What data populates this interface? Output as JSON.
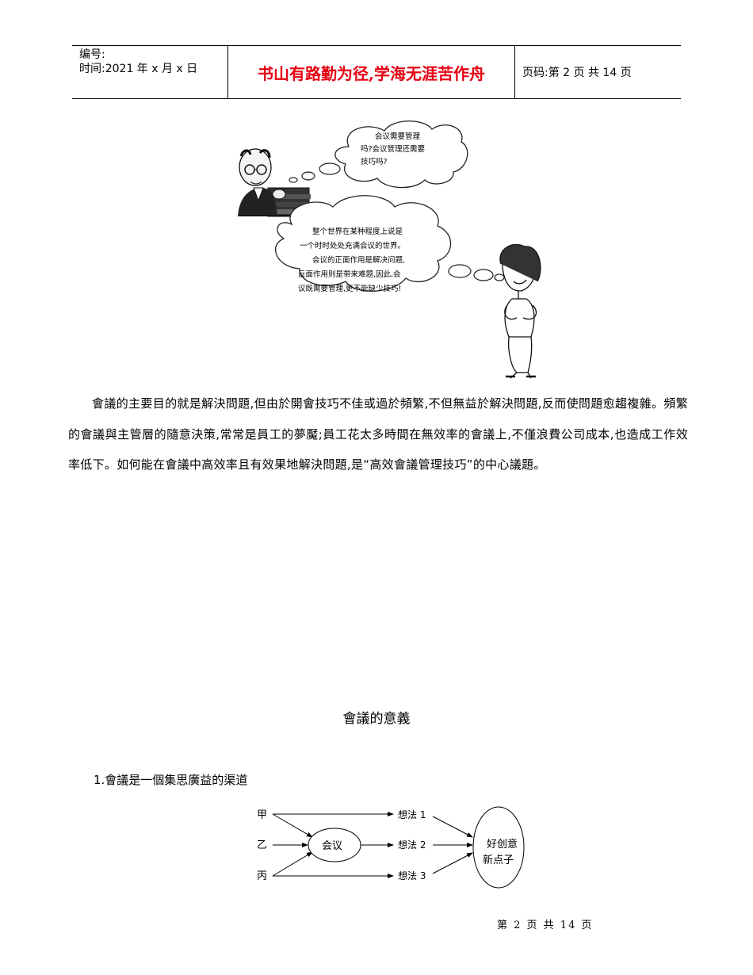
{
  "header": {
    "number_label": "编号:",
    "date_label": "时间:2021 年 x 月 x 日",
    "motto": "书山有路勤为径,学海无涯苦作舟",
    "page_info": "页码:第 2 页  共 14 页"
  },
  "illustration": {
    "bubble1_lines": [
      "会议需要管理",
      "吗?会议管理还需要",
      "技巧吗?"
    ],
    "bubble2_lines": [
      "整个世界在某种程度上说是",
      "一个时时处处充满会议的世界。",
      "会议的正面作用是解决问题,",
      "反面作用则是带来难题,因此,会",
      "议既需要管理,更不能缺少技巧!"
    ]
  },
  "body": {
    "paragraph": "會議的主要目的就是解決問題,但由於開會技巧不佳或過於頻繁,不但無益於解決問題,反而使問題愈趨複雜。頻繁的會議與主管層的隨意決策,常常是員工的夢魘;員工花太多時間在無效率的會議上,不僅浪費公司成本,也造成工作效率低下。如何能在會議中高效率且有效果地解決問題,是“高效會議管理技巧”的中心議題。"
  },
  "section": {
    "title": "會議的意義",
    "item1": "1.會議是一個集思廣益的渠道"
  },
  "diagram": {
    "people": [
      "甲",
      "乙",
      "丙"
    ],
    "center": "会议",
    "ideas": [
      "想法 1",
      "想法 2",
      "想法 3"
    ],
    "result_line1": "好创意",
    "result_line2": "新点子"
  },
  "footer": {
    "page_label": "第 2 页 共 14 页"
  }
}
